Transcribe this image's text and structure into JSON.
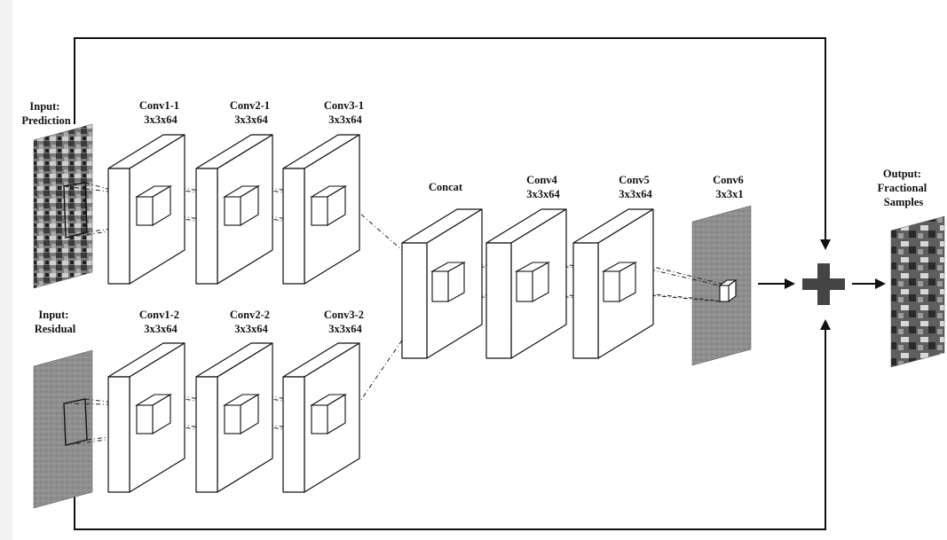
{
  "inputs": {
    "prediction": [
      "Input:",
      "Prediction"
    ],
    "residual": [
      "Input:",
      "Residual"
    ]
  },
  "output": [
    "Output:",
    "Fractional",
    "Samples"
  ],
  "branch_top": [
    {
      "name": "Conv1-1",
      "size": "3x3x64"
    },
    {
      "name": "Conv2-1",
      "size": "3x3x64"
    },
    {
      "name": "Conv3-1",
      "size": "3x3x64"
    }
  ],
  "branch_bottom": [
    {
      "name": "Conv1-2",
      "size": "3x3x64"
    },
    {
      "name": "Conv2-2",
      "size": "3x3x64"
    },
    {
      "name": "Conv3-2",
      "size": "3x3x64"
    }
  ],
  "merge": {
    "concat": "Concat",
    "layers": [
      {
        "name": "Conv4",
        "size": "3x3x64"
      },
      {
        "name": "Conv5",
        "size": "3x3x64"
      },
      {
        "name": "Conv6",
        "size": "3x3x1"
      }
    ]
  },
  "plus_symbol": "+"
}
